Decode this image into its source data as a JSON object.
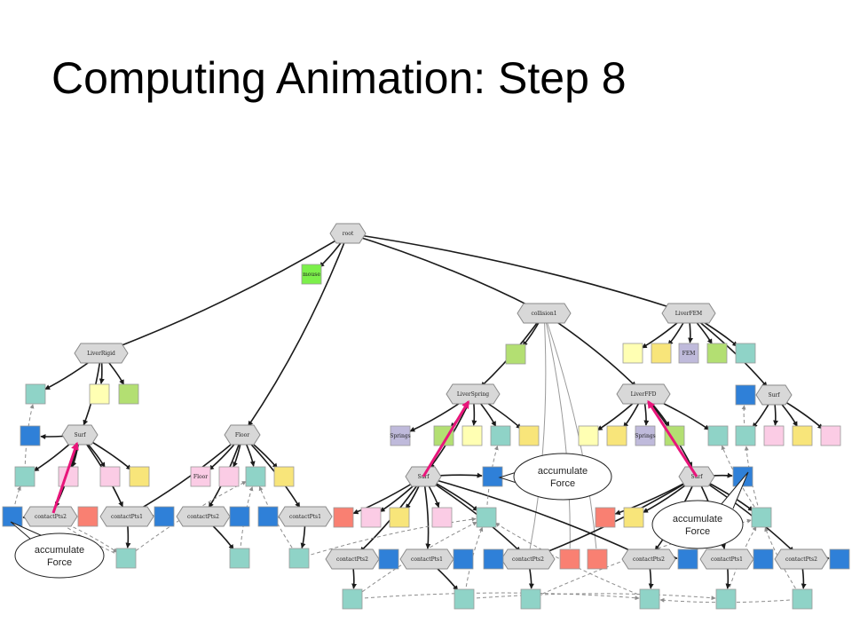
{
  "slide": {
    "title": "Computing Animation: Step 8"
  },
  "colors": {
    "background": "#ffffff",
    "edge": "#1a1a1a",
    "dashed_edge": "#8c8c8c",
    "thin_edge": "#9a9a9a",
    "highlight_arrow": "#e8157a",
    "hex_fill": "#d8d8d8",
    "hex_stroke": "#8a8a8a",
    "teal": "#8fd3c7",
    "blue": "#2f80d8",
    "yellow": "#f8e57a",
    "light_yellow": "#ffffb3",
    "pink": "#fbcce5",
    "salmon": "#f98072",
    "green": "#b3df72",
    "bright_green": "#7cf04a",
    "lavender": "#bfbadb"
  },
  "graph": {
    "hex_nodes": [
      {
        "id": "root",
        "label": "root"
      },
      {
        "id": "liverrigid",
        "label": "LiverRigid"
      },
      {
        "id": "floor",
        "label": "Floor"
      },
      {
        "id": "collision1",
        "label": "collision1"
      },
      {
        "id": "liverfem",
        "label": "LiverFEM"
      },
      {
        "id": "surf_a",
        "label": "Surf"
      },
      {
        "id": "cpts2_a",
        "label": "contactPts2"
      },
      {
        "id": "cpts1_b",
        "label": "contactPts1"
      },
      {
        "id": "cpts2_b",
        "label": "contactPts2"
      },
      {
        "id": "cpts1_c",
        "label": "contactPts1"
      },
      {
        "id": "liverspring",
        "label": "LiverSpring"
      },
      {
        "id": "surf_b",
        "label": "Surf"
      },
      {
        "id": "cpts2_c",
        "label": "contactPts2"
      },
      {
        "id": "cpts1_d",
        "label": "contactPts1"
      },
      {
        "id": "cpts2_d",
        "label": "contactPts2"
      },
      {
        "id": "liverffd",
        "label": "LiverFFD"
      },
      {
        "id": "surf_c",
        "label": "Surf"
      },
      {
        "id": "cpts2_e",
        "label": "contactPts2"
      },
      {
        "id": "cpts1_e",
        "label": "contactPts1"
      },
      {
        "id": "cpts2_f",
        "label": "contactPts2"
      },
      {
        "id": "surf_d",
        "label": "Surf"
      }
    ],
    "square_nodes": [
      {
        "id": "mouse",
        "color": "bright_green",
        "label": "mouse"
      },
      {
        "id": "lr_teal",
        "color": "teal",
        "label": ""
      },
      {
        "id": "lr_lyel",
        "color": "light_yellow",
        "label": ""
      },
      {
        "id": "lr_green",
        "color": "green",
        "label": ""
      },
      {
        "id": "sa_blue",
        "color": "blue",
        "label": ""
      },
      {
        "id": "sa_teal",
        "color": "teal",
        "label": ""
      },
      {
        "id": "sa_pink1",
        "color": "pink",
        "label": ""
      },
      {
        "id": "sa_pink2",
        "color": "pink",
        "label": ""
      },
      {
        "id": "sa_yel",
        "color": "yellow",
        "label": ""
      },
      {
        "id": "a_blue1",
        "color": "blue",
        "label": ""
      },
      {
        "id": "a_salmon",
        "color": "salmon",
        "label": ""
      },
      {
        "id": "a_blue2",
        "color": "blue",
        "label": ""
      },
      {
        "id": "a_teal_bot1",
        "color": "teal",
        "label": ""
      },
      {
        "id": "fl_floor",
        "color": "pink",
        "label": "Floor"
      },
      {
        "id": "fl_pink",
        "color": "pink",
        "label": ""
      },
      {
        "id": "fl_teal",
        "color": "teal",
        "label": ""
      },
      {
        "id": "fl_yel",
        "color": "yellow",
        "label": ""
      },
      {
        "id": "f_blue1",
        "color": "blue",
        "label": ""
      },
      {
        "id": "f_blue2",
        "color": "blue",
        "label": ""
      },
      {
        "id": "f_teal_bot1",
        "color": "teal",
        "label": ""
      },
      {
        "id": "f_teal_bot2",
        "color": "teal",
        "label": ""
      },
      {
        "id": "c_green",
        "color": "green",
        "label": ""
      },
      {
        "id": "fem_lyel",
        "color": "light_yellow",
        "label": ""
      },
      {
        "id": "fem_yel",
        "color": "yellow",
        "label": ""
      },
      {
        "id": "fem_fem",
        "color": "lavender",
        "label": "FEM"
      },
      {
        "id": "fem_green",
        "color": "green",
        "label": ""
      },
      {
        "id": "fem_teal",
        "color": "teal",
        "label": ""
      },
      {
        "id": "sd_blue",
        "color": "blue",
        "label": ""
      },
      {
        "id": "sd_teal",
        "color": "teal",
        "label": ""
      },
      {
        "id": "sd_pink",
        "color": "pink",
        "label": ""
      },
      {
        "id": "sd_yel",
        "color": "yellow",
        "label": ""
      },
      {
        "id": "sd_pink2",
        "color": "pink",
        "label": ""
      },
      {
        "id": "ls_springs",
        "color": "lavender",
        "label": "Springs"
      },
      {
        "id": "ls_green",
        "color": "green",
        "label": ""
      },
      {
        "id": "ls_lyel",
        "color": "light_yellow",
        "label": ""
      },
      {
        "id": "ls_teal",
        "color": "teal",
        "label": ""
      },
      {
        "id": "ls_yel",
        "color": "yellow",
        "label": ""
      },
      {
        "id": "sb_blue",
        "color": "blue",
        "label": ""
      },
      {
        "id": "sb_salmon",
        "color": "salmon",
        "label": ""
      },
      {
        "id": "sb_pink",
        "color": "pink",
        "label": ""
      },
      {
        "id": "sb_yel",
        "color": "yellow",
        "label": ""
      },
      {
        "id": "sb_pink2",
        "color": "pink",
        "label": ""
      },
      {
        "id": "sb_teal",
        "color": "teal",
        "label": ""
      },
      {
        "id": "b_blue1",
        "color": "blue",
        "label": ""
      },
      {
        "id": "b_blue2",
        "color": "blue",
        "label": ""
      },
      {
        "id": "b_blue3",
        "color": "blue",
        "label": ""
      },
      {
        "id": "b_teal_bot1",
        "color": "teal",
        "label": ""
      },
      {
        "id": "b_teal_bot2",
        "color": "teal",
        "label": ""
      },
      {
        "id": "b_teal_bot3",
        "color": "teal",
        "label": ""
      },
      {
        "id": "mid_salmon1",
        "color": "salmon",
        "label": ""
      },
      {
        "id": "mid_salmon2",
        "color": "salmon",
        "label": ""
      },
      {
        "id": "lf_lyel",
        "color": "light_yellow",
        "label": ""
      },
      {
        "id": "lf_yel",
        "color": "yellow",
        "label": ""
      },
      {
        "id": "lf_springs",
        "color": "lavender",
        "label": "Springs"
      },
      {
        "id": "lf_green",
        "color": "green",
        "label": ""
      },
      {
        "id": "lf_teal",
        "color": "teal",
        "label": ""
      },
      {
        "id": "sc_salmon",
        "color": "salmon",
        "label": ""
      },
      {
        "id": "sc_yel",
        "color": "yellow",
        "label": ""
      },
      {
        "id": "sc_blue",
        "color": "blue",
        "label": ""
      },
      {
        "id": "sc_teal",
        "color": "teal",
        "label": ""
      },
      {
        "id": "c_blue1",
        "color": "blue",
        "label": ""
      },
      {
        "id": "c_blue2",
        "color": "blue",
        "label": ""
      },
      {
        "id": "c_blue3",
        "color": "blue",
        "label": ""
      },
      {
        "id": "c_blue4",
        "color": "blue",
        "label": ""
      },
      {
        "id": "c_teal_bot1",
        "color": "teal",
        "label": ""
      },
      {
        "id": "c_teal_bot2",
        "color": "teal",
        "label": ""
      },
      {
        "id": "c_teal_bot3",
        "color": "teal",
        "label": ""
      },
      {
        "id": "c_teal_bot4",
        "color": "teal",
        "label": ""
      }
    ],
    "callouts": [
      {
        "id": "callout-left",
        "text": [
          "accumulate",
          "Force"
        ]
      },
      {
        "id": "callout-middle",
        "text": [
          "accumulate",
          "Force"
        ]
      },
      {
        "id": "callout-right",
        "text": [
          "accumulate",
          "Force"
        ]
      }
    ]
  }
}
